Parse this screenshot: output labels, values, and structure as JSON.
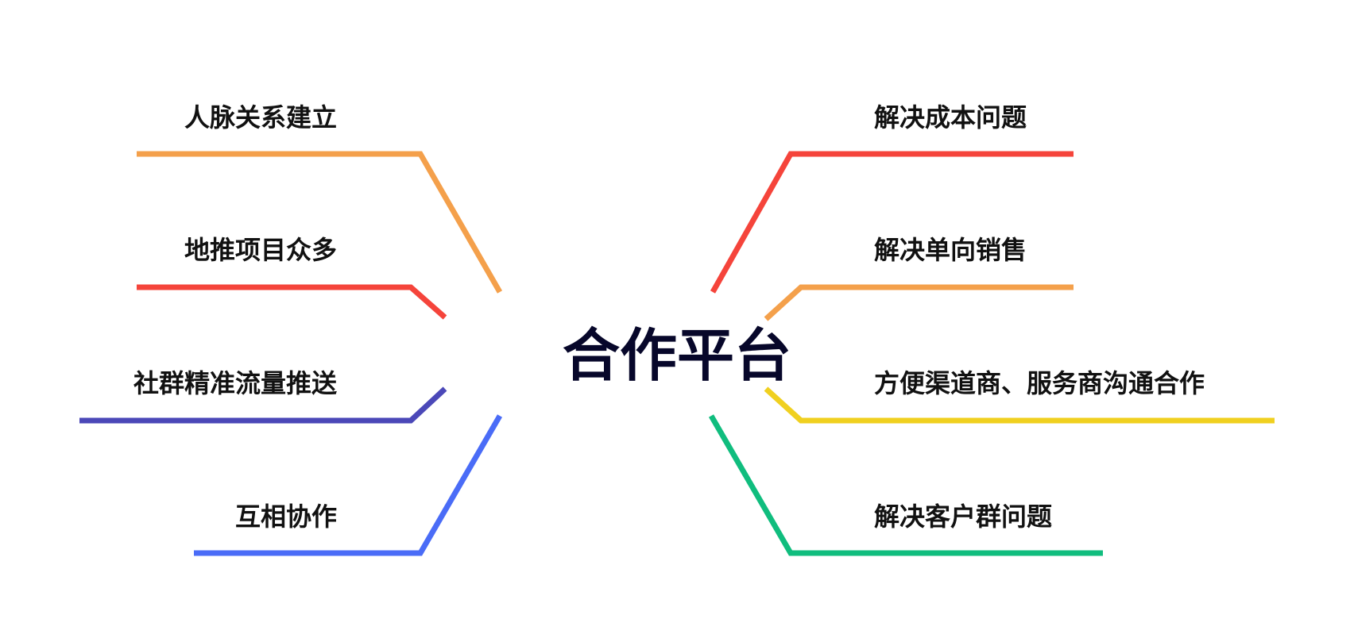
{
  "center": {
    "title": "合作平台",
    "color": "#07072a"
  },
  "left_branches": [
    {
      "label": "人脉关系建立",
      "color": "#F4A04B"
    },
    {
      "label": "地推项目众多",
      "color": "#F5443B"
    },
    {
      "label": "社群精准流量推送",
      "color": "#4B48B8"
    },
    {
      "label": "互相协作",
      "color": "#4A6CF7"
    }
  ],
  "right_branches": [
    {
      "label": "解决成本问题",
      "color": "#F5443B"
    },
    {
      "label": "解决单向销售",
      "color": "#F4A04B"
    },
    {
      "label": "方便渠道商、服务商沟通合作",
      "color": "#F0D020"
    },
    {
      "label": "解决客户群问题",
      "color": "#10BD7E"
    }
  ]
}
